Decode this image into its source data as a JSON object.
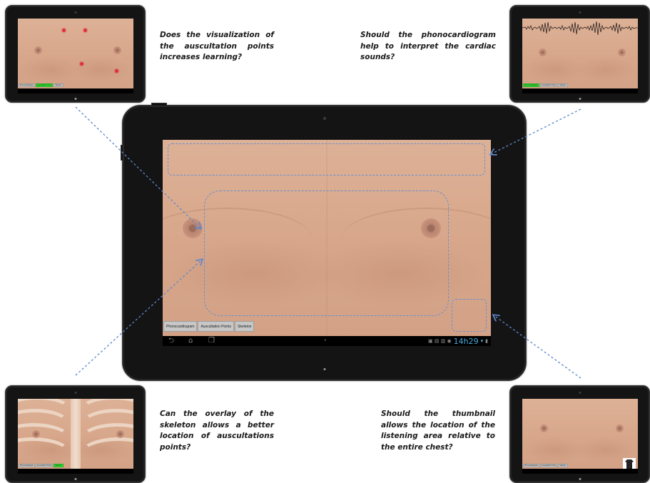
{
  "main_tablet": {
    "buttons": [
      {
        "label": "Phonocardiogram",
        "active": false
      },
      {
        "label": "Auscultation Points",
        "active": false
      },
      {
        "label": "Skeleton",
        "active": false
      }
    ],
    "clock": "14h29",
    "nav_icons": [
      "back-icon",
      "home-icon",
      "recent-apps-icon"
    ]
  },
  "mini_tablets": {
    "auscultation": {
      "active_button": "Auscultation Points"
    },
    "phonocardiogram": {
      "active_button": "Phonocardiogram"
    },
    "skeleton": {
      "active_button": "Skeleton"
    },
    "thumbnail": {
      "thumbnail_icon": "torso-thumbnail-icon"
    }
  },
  "captions": {
    "auscultation": "Does the visualization of the auscultation points increases learning?",
    "phonocardiogram": "Should the phonocardiogram help to interpret the cardiac sounds?",
    "skeleton": "Can the overlay of the skeleton allows a better location of auscultations points?",
    "thumbnail": "Should the thumbnail allows the location of the listening area relative to the entire chest?"
  },
  "colors": {
    "skin": "#d9a98c",
    "dashed_annotation": "#6a8fd0",
    "active_button": "#35e035",
    "auscultation_point": "#e0303a",
    "clock": "#46aadd"
  }
}
